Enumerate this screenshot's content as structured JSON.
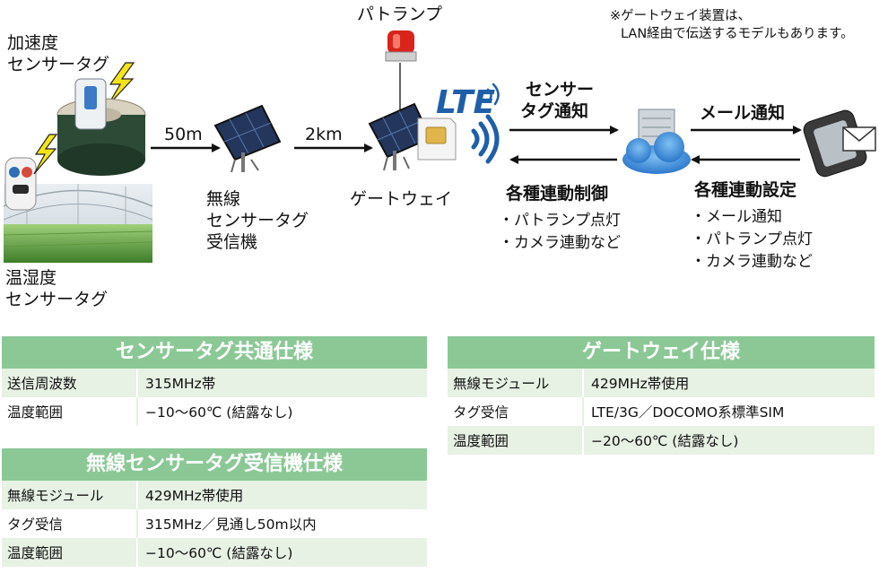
{
  "labels": {
    "accel_tag": [
      "加速度",
      "センサータグ"
    ],
    "temp_tag": [
      "温湿度",
      "センサータグ"
    ],
    "receiver": [
      "無線",
      "センサータグ",
      "受信機"
    ],
    "gateway": "ゲートウェイ",
    "patlamp": "パトランプ",
    "note": [
      "※ゲートウェイ装置は、",
      "LAN経由で伝送するモデルもあります。"
    ],
    "dist_50m": "50m",
    "dist_2km": "2km",
    "lte": "LTE",
    "sensor_notify": [
      "センサー",
      "タグ通知"
    ],
    "mail_notify": "メール通知",
    "control_title": "各種連動制御",
    "control_items": [
      "・パトランプ点灯",
      "・カメラ連動など"
    ],
    "settings_title": "各種連動設定",
    "settings_items": [
      "・メール通知",
      "・パトランプ点灯",
      "・カメラ連動など"
    ]
  },
  "tables": {
    "tag_common": {
      "title": "センサータグ共通仕様",
      "rows": [
        {
          "key": "送信周波数",
          "value": "315MHz帯"
        },
        {
          "key": "温度範囲",
          "value": "−10〜60℃ (結露なし)"
        }
      ]
    },
    "receiver": {
      "title": "無線センサータグ受信機仕様",
      "rows": [
        {
          "key": "無線モジュール",
          "value": "429MHz帯使用"
        },
        {
          "key": "タグ受信",
          "value": "315MHz／見通し50m以内"
        },
        {
          "key": "温度範囲",
          "value": "−10〜60℃ (結露なし)"
        }
      ]
    },
    "gateway": {
      "title": "ゲートウェイ仕様",
      "rows": [
        {
          "key": "無線モジュール",
          "value": "429MHz帯使用"
        },
        {
          "key": "タグ受信",
          "value": "LTE/3G／DOCOMO系標準SIM"
        },
        {
          "key": "温度範囲",
          "value": "−20〜60℃ (結露なし)"
        }
      ]
    }
  },
  "colors": {
    "table_header": "#8bc896",
    "table_stripe": "#e7f1e4",
    "lte_blue": "#1f5ea8",
    "bolt_yellow": "#f3e51a",
    "cloud_blue": "#3d8ad6",
    "lamp_red": "#d9241c"
  }
}
